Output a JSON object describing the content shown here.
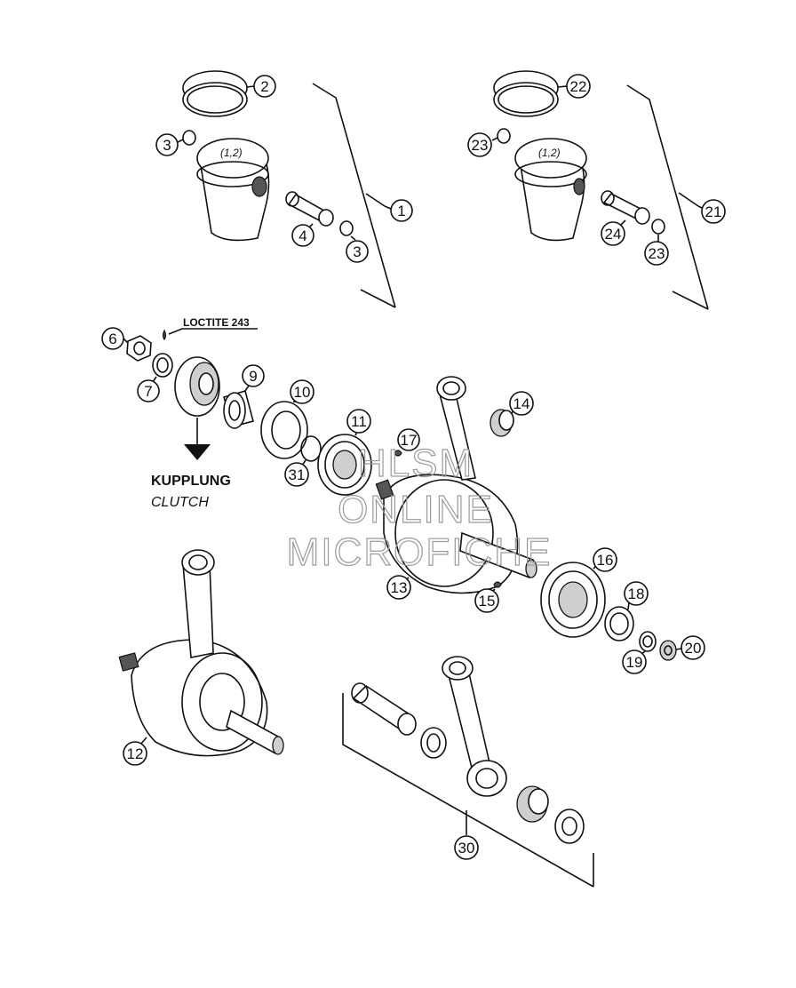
{
  "callouts": {
    "c1": "1",
    "c2": "2",
    "c3a": "3",
    "c3b": "3",
    "c4": "4",
    "c6": "6",
    "c7": "7",
    "c9": "9",
    "c10": "10",
    "c11": "11",
    "c12": "12",
    "c13": "13",
    "c14": "14",
    "c15": "15",
    "c16": "16",
    "c17": "17",
    "c18": "18",
    "c19": "19",
    "c20": "20",
    "c21": "21",
    "c22": "22",
    "c23a": "23",
    "c23b": "23",
    "c24": "24",
    "c30": "30",
    "c31": "31"
  },
  "labels": {
    "loctite": "LOCTITE 243",
    "kupplung": "KUPPLUNG",
    "clutch": "CLUTCH",
    "piston_mark_left": "(1,2)",
    "piston_mark_right": "(1,2)"
  },
  "watermark": {
    "line1": "HLSM",
    "line2": "ONLINE",
    "line3": "MICROFICHE"
  }
}
